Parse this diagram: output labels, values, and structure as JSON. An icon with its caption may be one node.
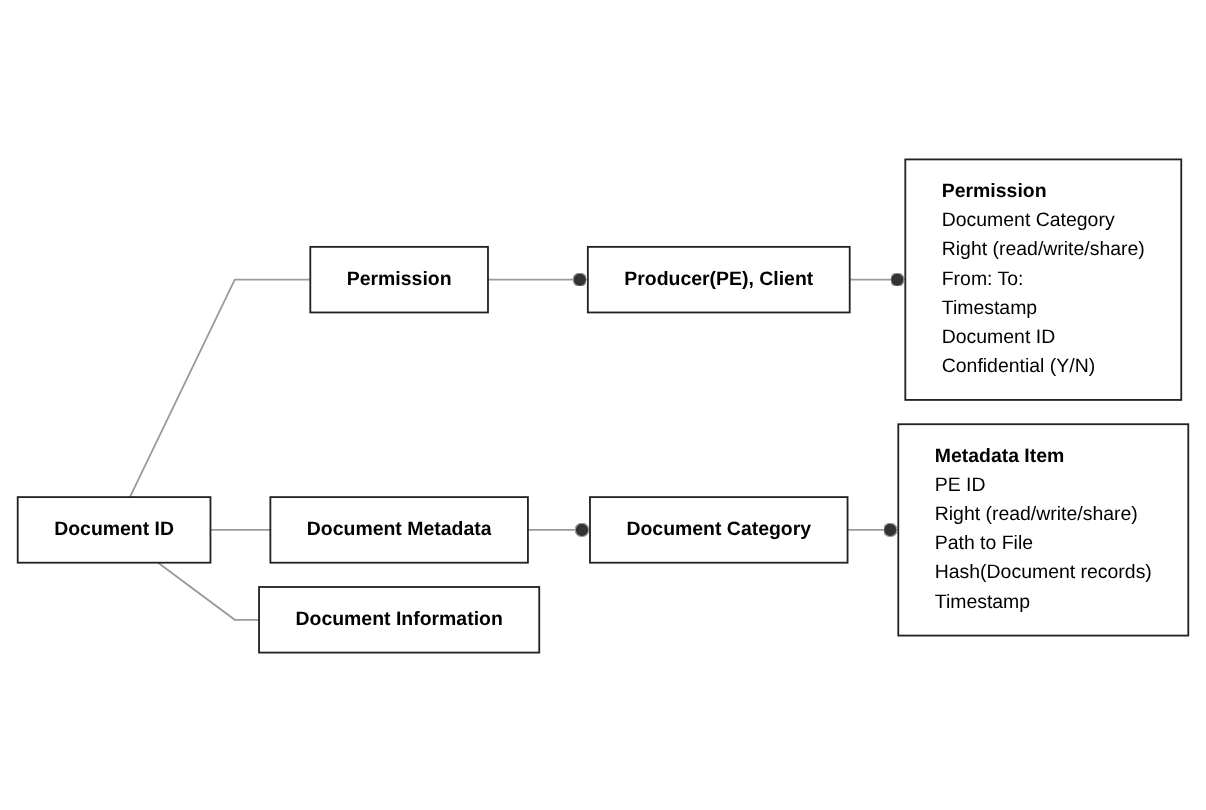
{
  "diagram": {
    "nodes": [
      {
        "text": [
          "Document ID"
        ]
      },
      {
        "text": [
          "Permission"
        ]
      },
      {
        "text": [
          "Producer(PE), Client"
        ]
      },
      {
        "text": [
          "Permission",
          "Document Category",
          "Right (read/write/share)",
          "From: To:",
          "Timestamp",
          "Document ID",
          "Confidential (Y/N)"
        ]
      },
      {
        "text": [
          "Document Metadata"
        ]
      },
      {
        "text": [
          "Document Category"
        ]
      },
      {
        "text": [
          "Metadata Item",
          "PE ID",
          "Right (read/write/share)",
          "Path to File",
          "Hash(Document records)",
          "Timestamp"
        ]
      },
      {
        "text": [
          "Document Information"
        ]
      }
    ],
    "edges": [
      {
        "from": 0,
        "to": 1,
        "arrow": "none"
      },
      {
        "from": 0,
        "to": 4,
        "arrow": "none"
      },
      {
        "from": 0,
        "to": 7,
        "arrow": "none"
      },
      {
        "from": 1,
        "to": 2,
        "arrow": "other"
      },
      {
        "from": 2,
        "to": 3,
        "arrow": "other"
      },
      {
        "from": 4,
        "to": 5,
        "arrow": "other"
      },
      {
        "from": 5,
        "to": 6,
        "arrow": "other"
      }
    ]
  }
}
